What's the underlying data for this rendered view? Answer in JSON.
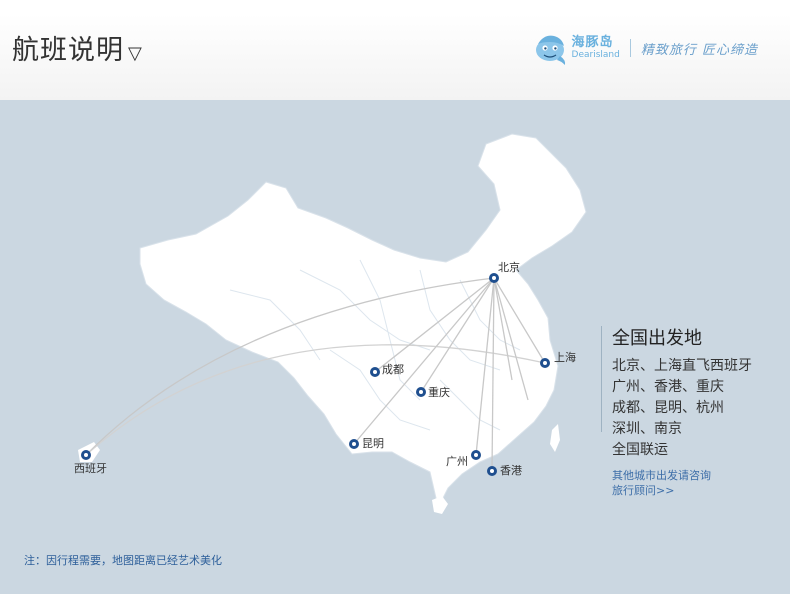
{
  "header": {
    "title": "航班说明",
    "title_arrow": "▽",
    "brand_cn": "海豚岛",
    "brand_en": "Dearisland",
    "slogan": "精致旅行 匠心缔造"
  },
  "map": {
    "background": "#cbd7e1",
    "land_color": "#ffffff",
    "route_color": "#c8c8c8",
    "marker_color": "#1f4f8f",
    "cities": [
      {
        "id": "beijing",
        "label": "北京"
      },
      {
        "id": "shanghai",
        "label": "上海"
      },
      {
        "id": "chengdu",
        "label": "成都"
      },
      {
        "id": "chongqing",
        "label": "重庆"
      },
      {
        "id": "kunming",
        "label": "昆明"
      },
      {
        "id": "guangzhou",
        "label": "广州"
      },
      {
        "id": "hongkong",
        "label": "香港"
      },
      {
        "id": "spain",
        "label": "西班牙"
      }
    ]
  },
  "info": {
    "heading": "全国出发地",
    "lines": [
      "北京、上海直飞西班牙",
      "广州、香港、重庆",
      "成都、昆明、杭州",
      "深圳、南京",
      "全国联运"
    ],
    "consult_lines": [
      "其他城市出发请咨询",
      "旅行顾问>>"
    ]
  },
  "note": "注：因行程需要，地图距离已经艺术美化"
}
